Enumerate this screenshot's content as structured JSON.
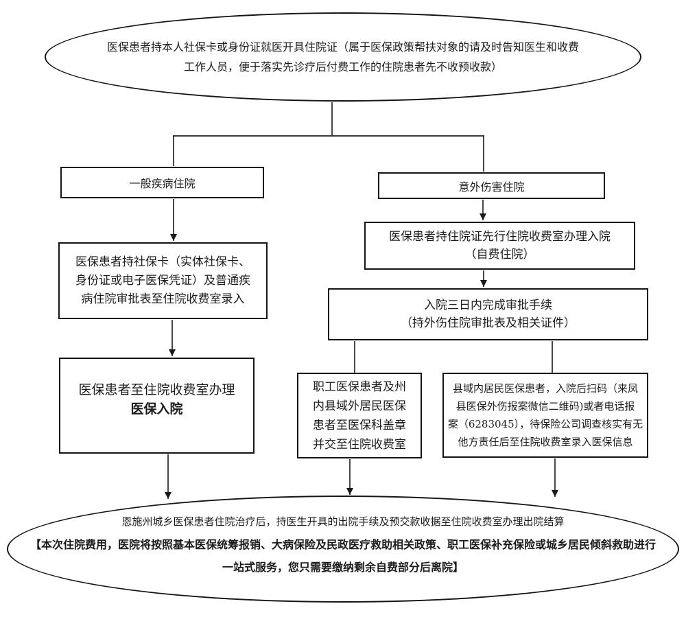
{
  "flowchart": {
    "start": {
      "lines": [
        "医保患者持本人社保卡或身份证就医开具住院证（属于医保政策帮扶对象的请及时告知医生和收费",
        "工作人员，便于落实先诊疗后付费工作的住院患者先不收预收款）"
      ]
    },
    "branch_general": {
      "label": "一般疾病住院"
    },
    "branch_accident": {
      "label": "意外伤害住院"
    },
    "general_submit": {
      "lines": [
        "医保患者持社保卡（实体社保卡、",
        "身份证或电子医保凭证）及普通疾",
        "病住院审批表至住院收费室录入"
      ]
    },
    "general_admit": {
      "line1": "医保患者至住院收费室办理",
      "line2_bold": "医保入院"
    },
    "accident_selfpay": {
      "lines": [
        "医保患者持住院证先行住院收费室办理入院",
        "（自费住院）"
      ]
    },
    "accident_approval": {
      "lines": [
        "入院三日内完成审批手续",
        "（持外伤住院审批表及相关证件）"
      ]
    },
    "employee_stamp": {
      "lines": [
        "职工医保患者及州",
        "内县域外居民医保",
        "患者至医保科盖章",
        "并交至住院收费室"
      ]
    },
    "resident_report": {
      "lines": [
        "县域内居民医保患者，入院后扫码（来凤",
        "县医保外伤报案微信二维码)或者电话报",
        "案（6283045），待保险公司调查核实有无",
        "他方责任后至住院收费室录入医保信息"
      ]
    },
    "end": {
      "line1": "恩施州城乡医保患者住院治疗后，持医生开具的出院手续及预交款收据至住院收费室办理出院结算",
      "line2_bold": "【本次住院费用，医院将按照基本医保统筹报销、大病保险及民政医疗救助相关政策、职工医保补充保险或城乡居民倾斜救助进行",
      "line3_bold": "一站式服务，您只需要缴纳剩余自费部分后离院】"
    },
    "colors": {
      "line": "#1a1a1a",
      "border": "#151515",
      "text": "#1c1c1c",
      "background": "#ffffff"
    }
  }
}
